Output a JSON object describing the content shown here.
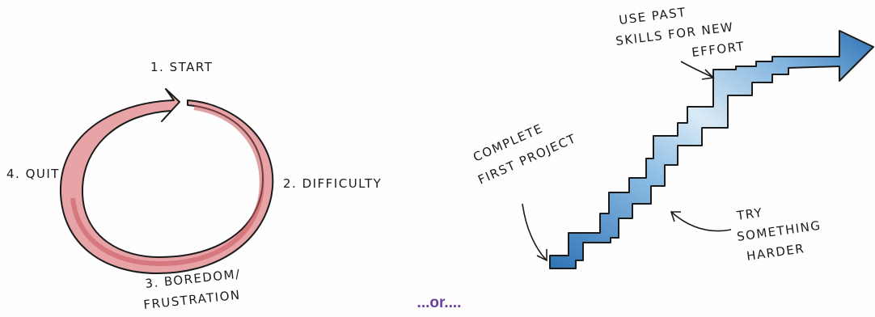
{
  "cycle": {
    "steps": [
      {
        "label": "1. START"
      },
      {
        "label": "2. DIFFICULTY"
      },
      {
        "label": "3. BOREDOM/"
      },
      {
        "label": "FRUSTRATION"
      },
      {
        "label": "4. QUIT"
      }
    ]
  },
  "staircase": {
    "labels": [
      {
        "text": "USE PAST"
      },
      {
        "text": "SKILLS FOR NEW"
      },
      {
        "text": "EFFORT"
      },
      {
        "text": "COMPLETE"
      },
      {
        "text": "FIRST PROJECT"
      },
      {
        "text": "TRY"
      },
      {
        "text": "SOMETHING"
      },
      {
        "text": "HARDER"
      }
    ]
  },
  "divider_text": "...or....",
  "colors": {
    "cycle_fill": "#e7a3a5",
    "cycle_dark": "#c9565c",
    "stairs_dark": "#2f73b5",
    "stairs_light": "#d9eaf6",
    "divider_text": "#6a3ea1"
  }
}
